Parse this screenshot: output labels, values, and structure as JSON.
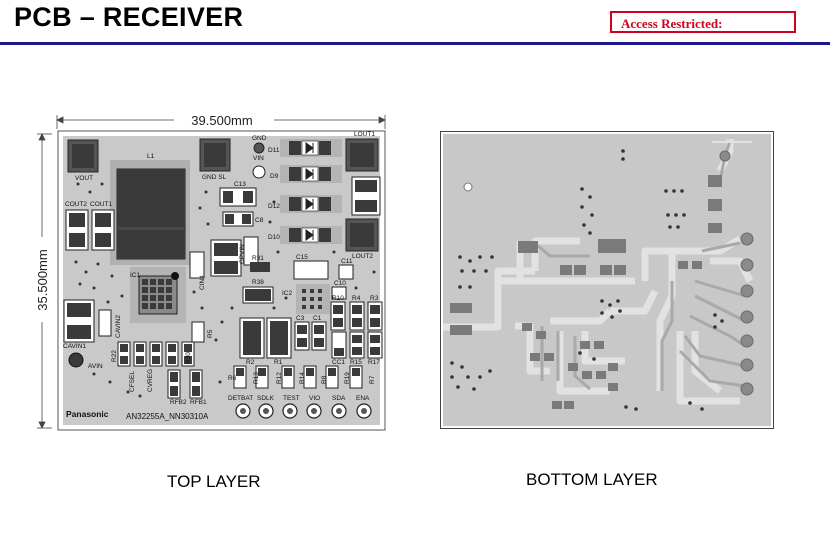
{
  "header": {
    "title": "PCB – RECEIVER",
    "access_label": "Access Restricted:"
  },
  "top_layer": {
    "caption": "TOP LAYER",
    "width_dim": "39.500mm",
    "height_dim": "35.500mm",
    "brand": "Panasonic",
    "part_number": "AN32255A_NN30310A",
    "labels": {
      "vout": "VOUT",
      "l1": "L1",
      "gnd_sl": "GND  SL",
      "gnd": "GND",
      "vin": "VIN",
      "d11": "D11",
      "d9": "D9",
      "d12": "D12",
      "d10": "D10",
      "c13": "C13",
      "c8": "C8",
      "cout2": "COUT2",
      "cout1": "COUT1",
      "ic1": "IC1",
      "cin4": "CIN4",
      "cpvin": "CPVIN",
      "r31": "R31",
      "r38": "R38",
      "c15": "C15",
      "c11": "C11",
      "c10": "C10",
      "ic2": "IC2",
      "r10": "R10",
      "r4": "R4",
      "r3": "R3",
      "c3": "C3",
      "c1": "C1",
      "cc1": "CC1",
      "r15": "R15",
      "r17": "R17",
      "r2": "R2",
      "r1": "R1",
      "cavin2": "CAVIN2",
      "cavin1": "CAVIN1",
      "avin": "AVIN",
      "r22": "R22",
      "cfsel": "CFSEL",
      "cvreg": "CVREG",
      "rfb2": "RFB2",
      "rfb1": "RFB1",
      "r5": "R5",
      "r30": "R30",
      "r6": "R6",
      "r13": "R13",
      "r12": "R12",
      "r8": "R8",
      "r7": "R7",
      "r14": "R14",
      "r19": "R19",
      "r18": "R18",
      "lout1": "LOUT1",
      "lout2": "LOUT2",
      "detbat": "DETBAT",
      "sdlk": "SDLK",
      "test": "TEST",
      "vio": "VIO",
      "sda": "SDA",
      "ena": "ENA"
    }
  },
  "bottom_layer": {
    "caption": "BOTTOM LAYER"
  },
  "colors": {
    "rule": "#1a1a8c",
    "access": "#d0021b",
    "board_fill": "#c8c8c8",
    "copper": "#b4b4b4",
    "pad": "#4a4a4a"
  }
}
